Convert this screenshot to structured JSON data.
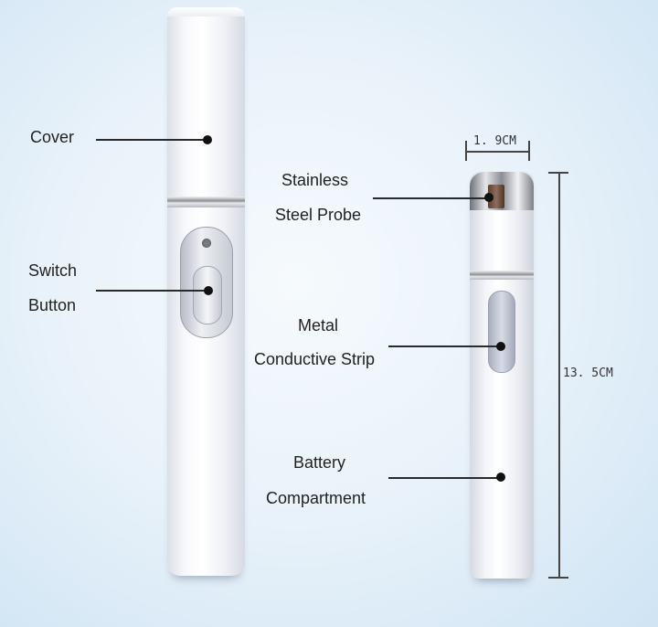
{
  "figure": {
    "subject": "Handheld pen device with labeled parts",
    "left_pen": {
      "labels": {
        "cover": "Cover",
        "switch_line1": "Switch",
        "switch_line2": "Button"
      }
    },
    "right_pen": {
      "labels": {
        "probe_line1": "Stainless",
        "probe_line2": "Steel Probe",
        "strip_line1": "Metal",
        "strip_line2": "Conductive Strip",
        "battery_line1": "Battery",
        "battery_line2": "Compartment"
      }
    },
    "dimensions": {
      "width": "1. 9CM",
      "length": "13. 5CM"
    },
    "colors": {
      "background": "#e6f0f8",
      "pen_body": "#f4f5f9",
      "leader_line": "#2a2a2a",
      "text": "#222222"
    }
  }
}
